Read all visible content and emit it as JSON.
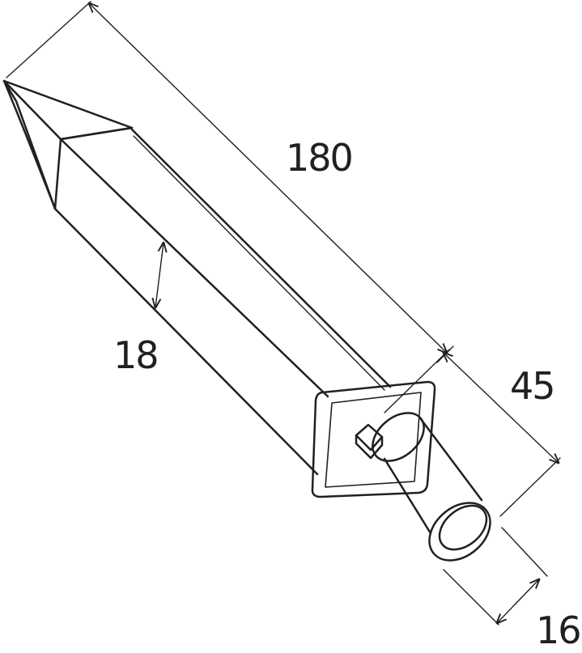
{
  "dimensions": {
    "length": "180",
    "width": "18",
    "pin_length": "45",
    "pin_diameter": "16"
  },
  "colors": {
    "line": "#231f20",
    "background": "#ffffff"
  }
}
